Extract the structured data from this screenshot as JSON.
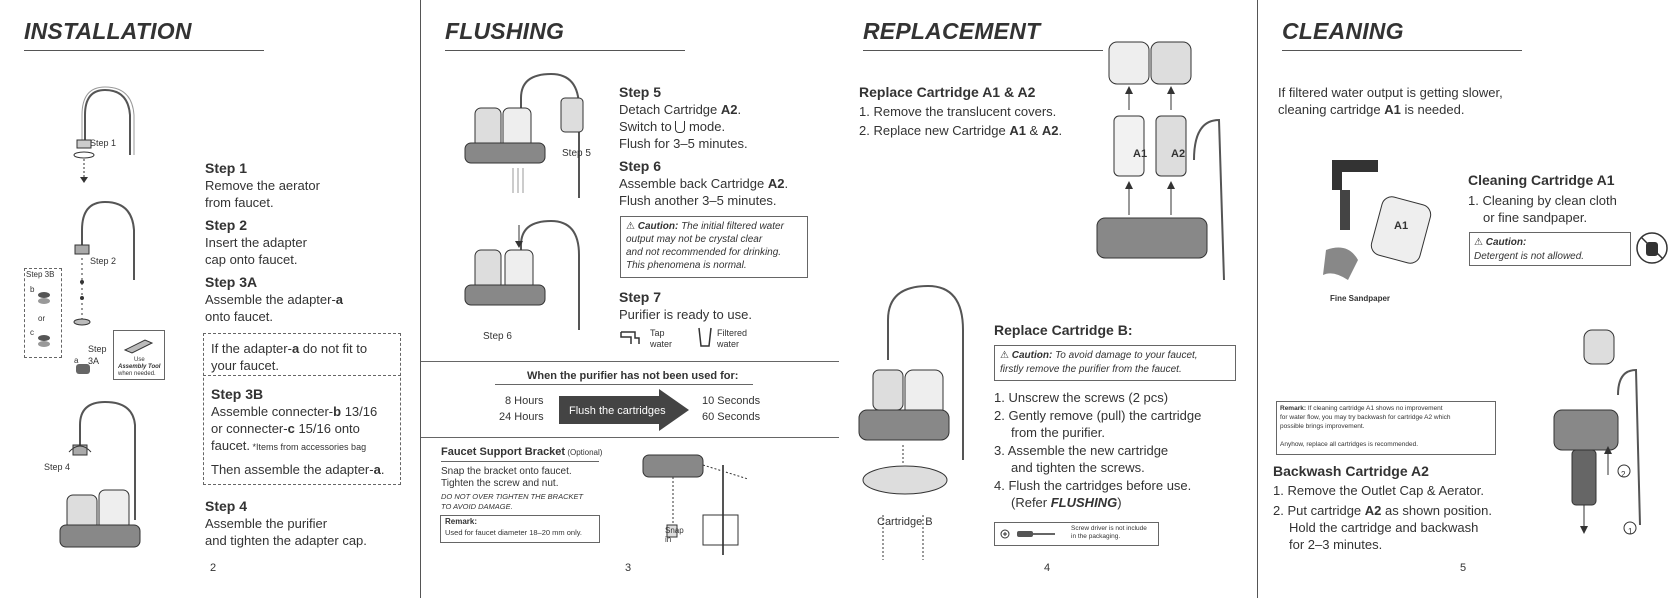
{
  "pages": {
    "installation": {
      "heading": "INSTALLATION",
      "page_number": "2",
      "fig_labels": {
        "step1": "Step 1",
        "step2": "Step 2",
        "step3b": "Step 3B",
        "b": "b",
        "or": "or",
        "c": "c",
        "step3a": "Step",
        "step3a2": "3A",
        "a": "a",
        "tool_use": "Use",
        "tool_name": "Assembly Tool",
        "tool_when": "when needed.",
        "step4": "Step 4"
      },
      "step1_title": "Step 1",
      "step1_l1": "Remove the aerator",
      "step1_l2": "from faucet.",
      "step2_title": "Step 2",
      "step2_l1": "Insert the adapter",
      "step2_l2": "cap onto faucet.",
      "step3a_title": "Step 3A",
      "step3a_l1": "Assemble the adapter-",
      "step3a_l1b": "a",
      "step3a_l2": "onto faucet.",
      "box_l1a": "If the adapter-",
      "box_l1b": "a",
      "box_l1c": " do not fit to",
      "box_l2": "your faucet.",
      "step3b_title": "Step 3B",
      "step3b_l1a": "Assemble connecter-",
      "step3b_l1b": "b",
      "step3b_l1c": " 13/16",
      "step3b_l2a": "or connecter-",
      "step3b_l2b": "c",
      "step3b_l2c": " 15/16 onto",
      "step3b_l3": "faucet.",
      "step3b_l3note": " *Items from accessories bag",
      "step3b_l4a": "Then assemble the adapter-",
      "step3b_l4b": "a",
      "step3b_l4c": ".",
      "step4_title": "Step 4",
      "step4_l1": "Assemble the purifier",
      "step4_l2": "and tighten the adapter cap."
    },
    "flushing": {
      "heading": "FLUSHING",
      "page_number": "3",
      "fig_step5": "Step 5",
      "fig_step6": "Step 6",
      "step5_title": "Step 5",
      "step5_l1a": "Detach Cartridge ",
      "step5_l1b": "A2",
      "step5_l1c": ".",
      "step5_l2a": "Switch to ",
      "step5_l2b": " mode.",
      "step5_l3": "Flush for 3–5 minutes.",
      "step6_title": "Step 6",
      "step6_l1a": "Assemble back Cartridge ",
      "step6_l1b": "A2",
      "step6_l1c": ".",
      "step6_l2": "Flush another 3–5 minutes.",
      "caution_title": "Caution:",
      "caution_l1": "The initial filtered water",
      "caution_l2": "output may not be crystal clear",
      "caution_l3": "and not recommended for drinking.",
      "caution_l4": "This phenomena is normal.",
      "step7_title": "Step 7",
      "step7_l1": "Purifier is ready to use.",
      "tap_l1": "Tap",
      "tap_l2": "water",
      "filtered_l1": "Filtered",
      "filtered_l2": "water",
      "unused_title": "When the purifier has not been used for:",
      "hours1": "8 Hours",
      "hours2": "24 Hours",
      "arrow_label": "Flush the cartridges",
      "seconds1": "10 Seconds",
      "seconds2": "60 Seconds",
      "bracket_title": "Faucet Support Bracket",
      "bracket_optional": " (Optional)",
      "bracket_l1": "Snap the bracket onto faucet.",
      "bracket_l2": "Tighten the screw and nut.",
      "bracket_warn1": "DO NOT OVER TIGHTEN THE BRACKET",
      "bracket_warn2": "TO AVOID DAMAGE.",
      "remark_title": "Remark:",
      "remark_l1": "Used for faucet diameter 18–20 mm only.",
      "snap_l1": "Snap",
      "snap_l2": "in"
    },
    "replacement": {
      "heading": "REPLACEMENT",
      "page_number": "4",
      "a_title": "Replace Cartridge A1 & A2",
      "a_l1": "1. Remove the translucent covers.",
      "a_l2a": "2. Replace new Cartridge ",
      "a_l2b": "A1",
      "a_l2c": " & ",
      "a_l2d": "A2",
      "a_l2e": ".",
      "fig_a1": "A1",
      "fig_a2": "A2",
      "b_title": "Replace Cartridge B:",
      "caution_title": "Caution:",
      "caution_l1": "To avoid damage to your faucet,",
      "caution_l2": "firstly remove the purifier from the faucet.",
      "b_l1": "1. Unscrew the screws (2 pcs)",
      "b_l2": "2. Gently remove (pull) the cartridge",
      "b_l2b": "from the purifier.",
      "b_l3": "3. Assemble the new cartridge",
      "b_l3b": "and tighten the screws.",
      "b_l4": "4. Flush the cartridges before use.",
      "b_l4b_a": "(Refer ",
      "b_l4b_b": "FLUSHING",
      "b_l4b_c": ")",
      "fig_b": "Cartridge B",
      "screw_note1": "Screw driver is not include",
      "screw_note2": "in the packaging."
    },
    "cleaning": {
      "heading": "CLEANING",
      "page_number": "5",
      "intro_l1": "If filtered water output is getting slower,",
      "intro_l2a": "cleaning cartridge ",
      "intro_l2b": "A1",
      "intro_l2c": " is needed.",
      "fig_a1": "A1",
      "sandpaper": "Fine Sandpaper",
      "c_title": "Cleaning Cartridge A1",
      "c_l1": "1. Cleaning by clean cloth",
      "c_l2": "or fine sandpaper.",
      "caution_title": "Caution:",
      "caution_l1": "Detergent is not allowed.",
      "remark_title": "Remark:",
      "remark_l1": " If cleaning cartridge A1 shows no improvement",
      "remark_l2": "for water flow, you may try backwash for cartridge A2 which",
      "remark_l3": "possible brings improvement.",
      "remark_l4": "Anyhow, replace all cartridges is recommended.",
      "bw_title": "Backwash Cartridge A2",
      "bw_l1": "1. Remove the Outlet Cap & Aerator.",
      "bw_l2a": "2. Put cartridge ",
      "bw_l2b": "A2",
      "bw_l2c": " as shown position.",
      "bw_l3": "Hold the cartridge and backwash",
      "bw_l4": "for 2–3 minutes.",
      "num1": "1",
      "num2": "2"
    }
  },
  "colors": {
    "ink": "#333333",
    "rule": "#555555",
    "arrow_fill": "#444444",
    "figure_gray": "#888888"
  }
}
